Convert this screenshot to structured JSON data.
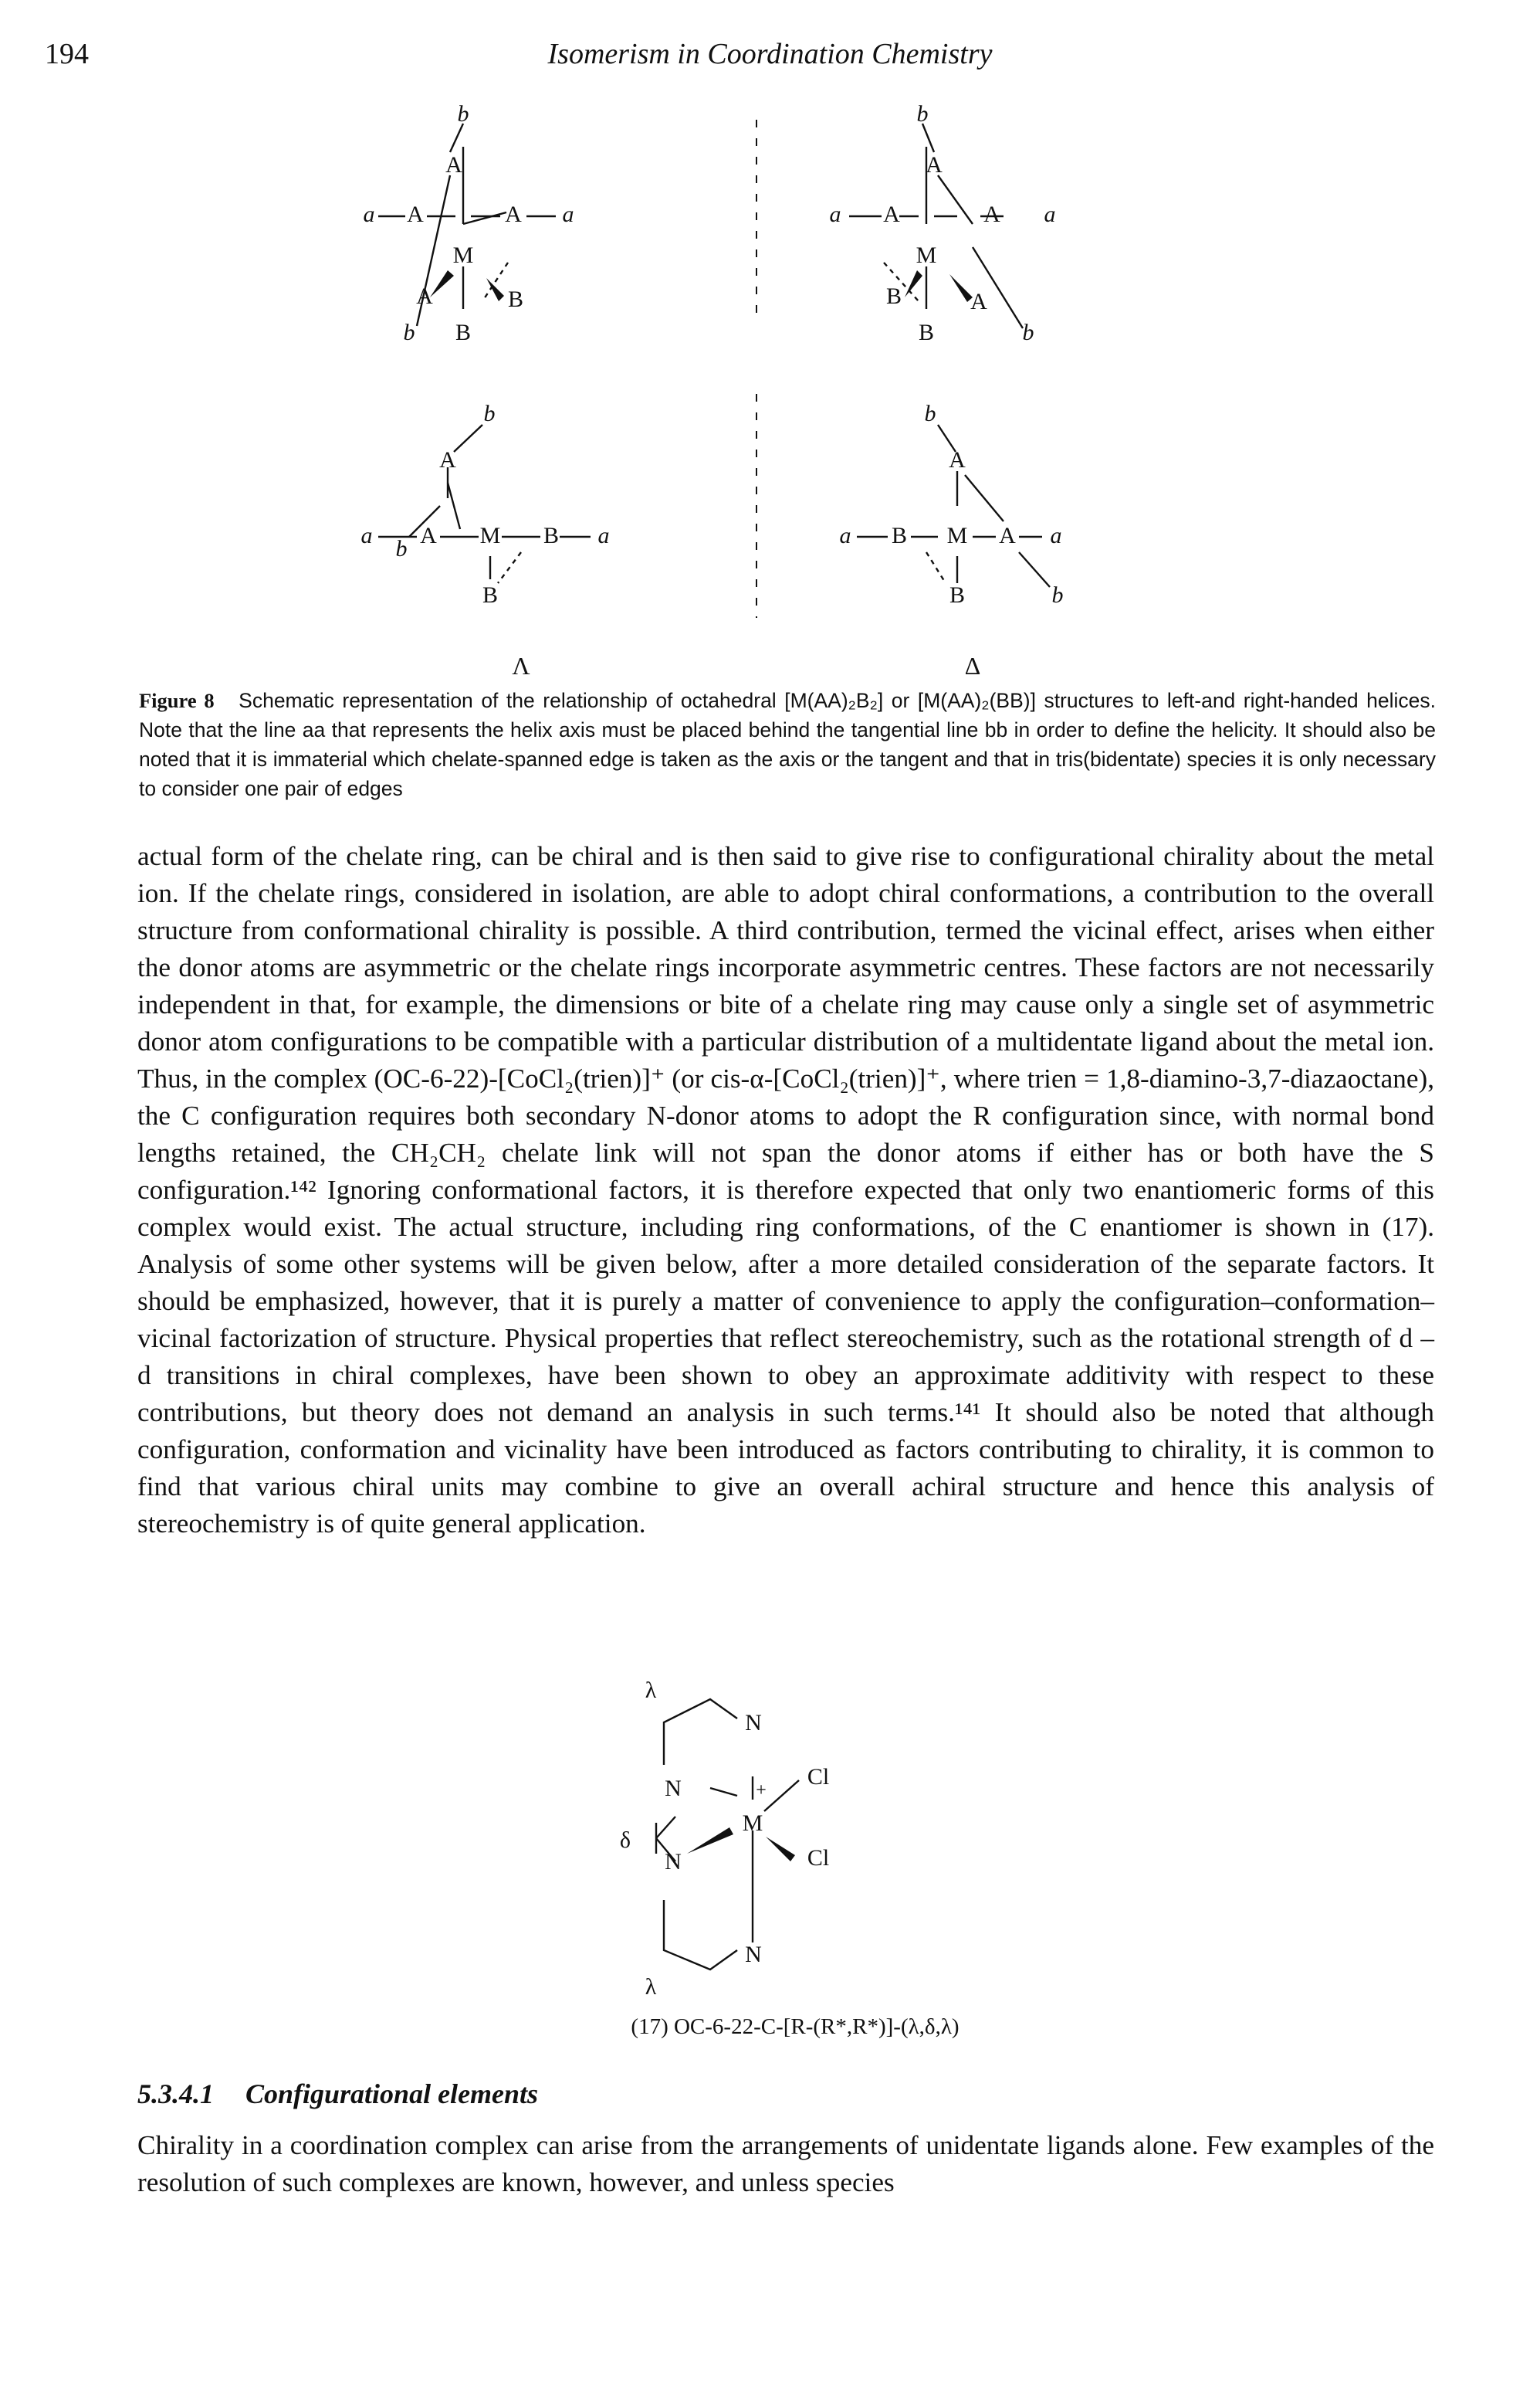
{
  "header": {
    "page_number": "194",
    "running_title": "Isomerism in Coordination Chemistry"
  },
  "figure8": {
    "label_lambda": "Λ",
    "label_delta": "Δ",
    "caption_label": "Figure 8",
    "caption_text": "Schematic representation of the relationship of octahedral [M(AA)₂B₂] or [M(AA)₂(BB)] structures to left-and right-handed helices. Note that the line aa that represents the helix axis must be placed behind the tangential line bb in order to define the helicity. It should also be noted that it is immaterial which chelate-spanned edge is taken as the axis or the tangent and that in tris(bidentate) species it is only necessary to consider one pair of edges",
    "atoms": {
      "A": "A",
      "B": "B",
      "M": "M",
      "a": "a",
      "b": "b"
    }
  },
  "paragraph1": "actual form of the chelate ring, can be chiral and is then said to give rise to configurational chirality about the metal ion. If the chelate rings, considered in isolation, are able to adopt chiral conformations, a contribution to the overall structure from conformational chirality is possible. A third contribution, termed the vicinal effect, arises when either the donor atoms are asymmetric or the chelate rings incorporate asymmetric centres. These factors are not necessarily independent in that, for example, the dimensions or bite of a chelate ring may cause only a single set of asymmetric donor atom configurations to be compatible with a particular distribution of a multidentate ligand about the metal ion. Thus, in the complex (OC-6-22)-[CoCl₂(trien)]⁺ (or cis-α-[CoCl₂(trien)]⁺, where trien = 1,8-diamino-3,7-diazaoctane), the C configuration requires both secondary N-donor atoms to adopt the R configuration since, with normal bond lengths retained, the CH₂CH₂ chelate link will not span the donor atoms if either has or both have the S configuration.¹⁴² Ignoring conformational factors, it is therefore expected that only two enantiomeric forms of this complex would exist. The actual structure, including ring conformations, of the C enantiomer is shown in (17). Analysis of some other systems will be given below, after a more detailed consideration of the separate factors. It should be emphasized, however, that it is purely a matter of convenience to apply the configuration–conformation–vicinal factorization of structure. Physical properties that reflect stereochemistry, such as the rotational strength of d – d transitions in chiral complexes, have been shown to obey an approximate additivity with respect to these contributions, but theory does not demand an analysis in such terms.¹⁴¹ It should also be noted that although configuration, conformation and vicinality have been introduced as factors contributing to chirality, it is common to find that various chiral units may combine to give an overall achiral structure and hence this analysis of stereochemistry is of quite general application.",
  "structure17": {
    "atom_N": "N",
    "atom_M": "M",
    "atom_Cl": "Cl",
    "charge": "+",
    "lambda": "λ",
    "delta": "δ",
    "label": "(17) OC-6-22-C-[R-(R*,R*)]-(λ,δ,λ)"
  },
  "section": {
    "number": "5.3.4.1",
    "title": "Configurational elements"
  },
  "paragraph2": "Chirality in a coordination complex can arise from the arrangements of unidentate ligands alone. Few examples of the resolution of such complexes are known, however, and unless species"
}
